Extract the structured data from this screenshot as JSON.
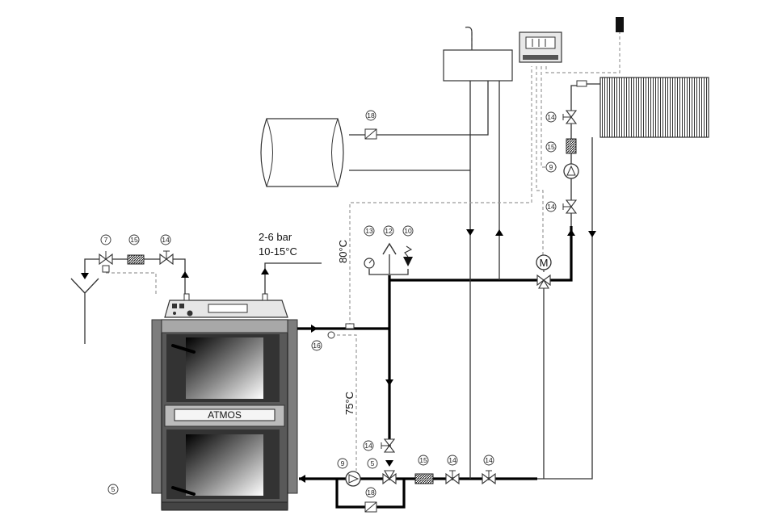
{
  "labels": {
    "pressure": "2-6 bar",
    "inlet_temp": "10-15°C",
    "flow_temp": "80°C",
    "return_temp": "75°C",
    "boiler_brand": "ATMOS",
    "motor": "M"
  },
  "callouts": {
    "safety_valve_inlet": "7",
    "filter_inlet": "15",
    "valve_inlet": "14",
    "thermometer": "13",
    "air_vent": "12",
    "safety_valve": "10",
    "sensor": "16",
    "tank_valve": "18",
    "valve_heat_1": "14",
    "filter_heat": "15",
    "pump_heat": "9",
    "valve_heat_2": "14",
    "valve_return": "14",
    "pump_return": "9",
    "thermo_valve": "5",
    "bypass_valve": "18",
    "filter_return": "15",
    "valve_return_2": "14",
    "valve_return_3": "14",
    "floor_callout": "5"
  }
}
